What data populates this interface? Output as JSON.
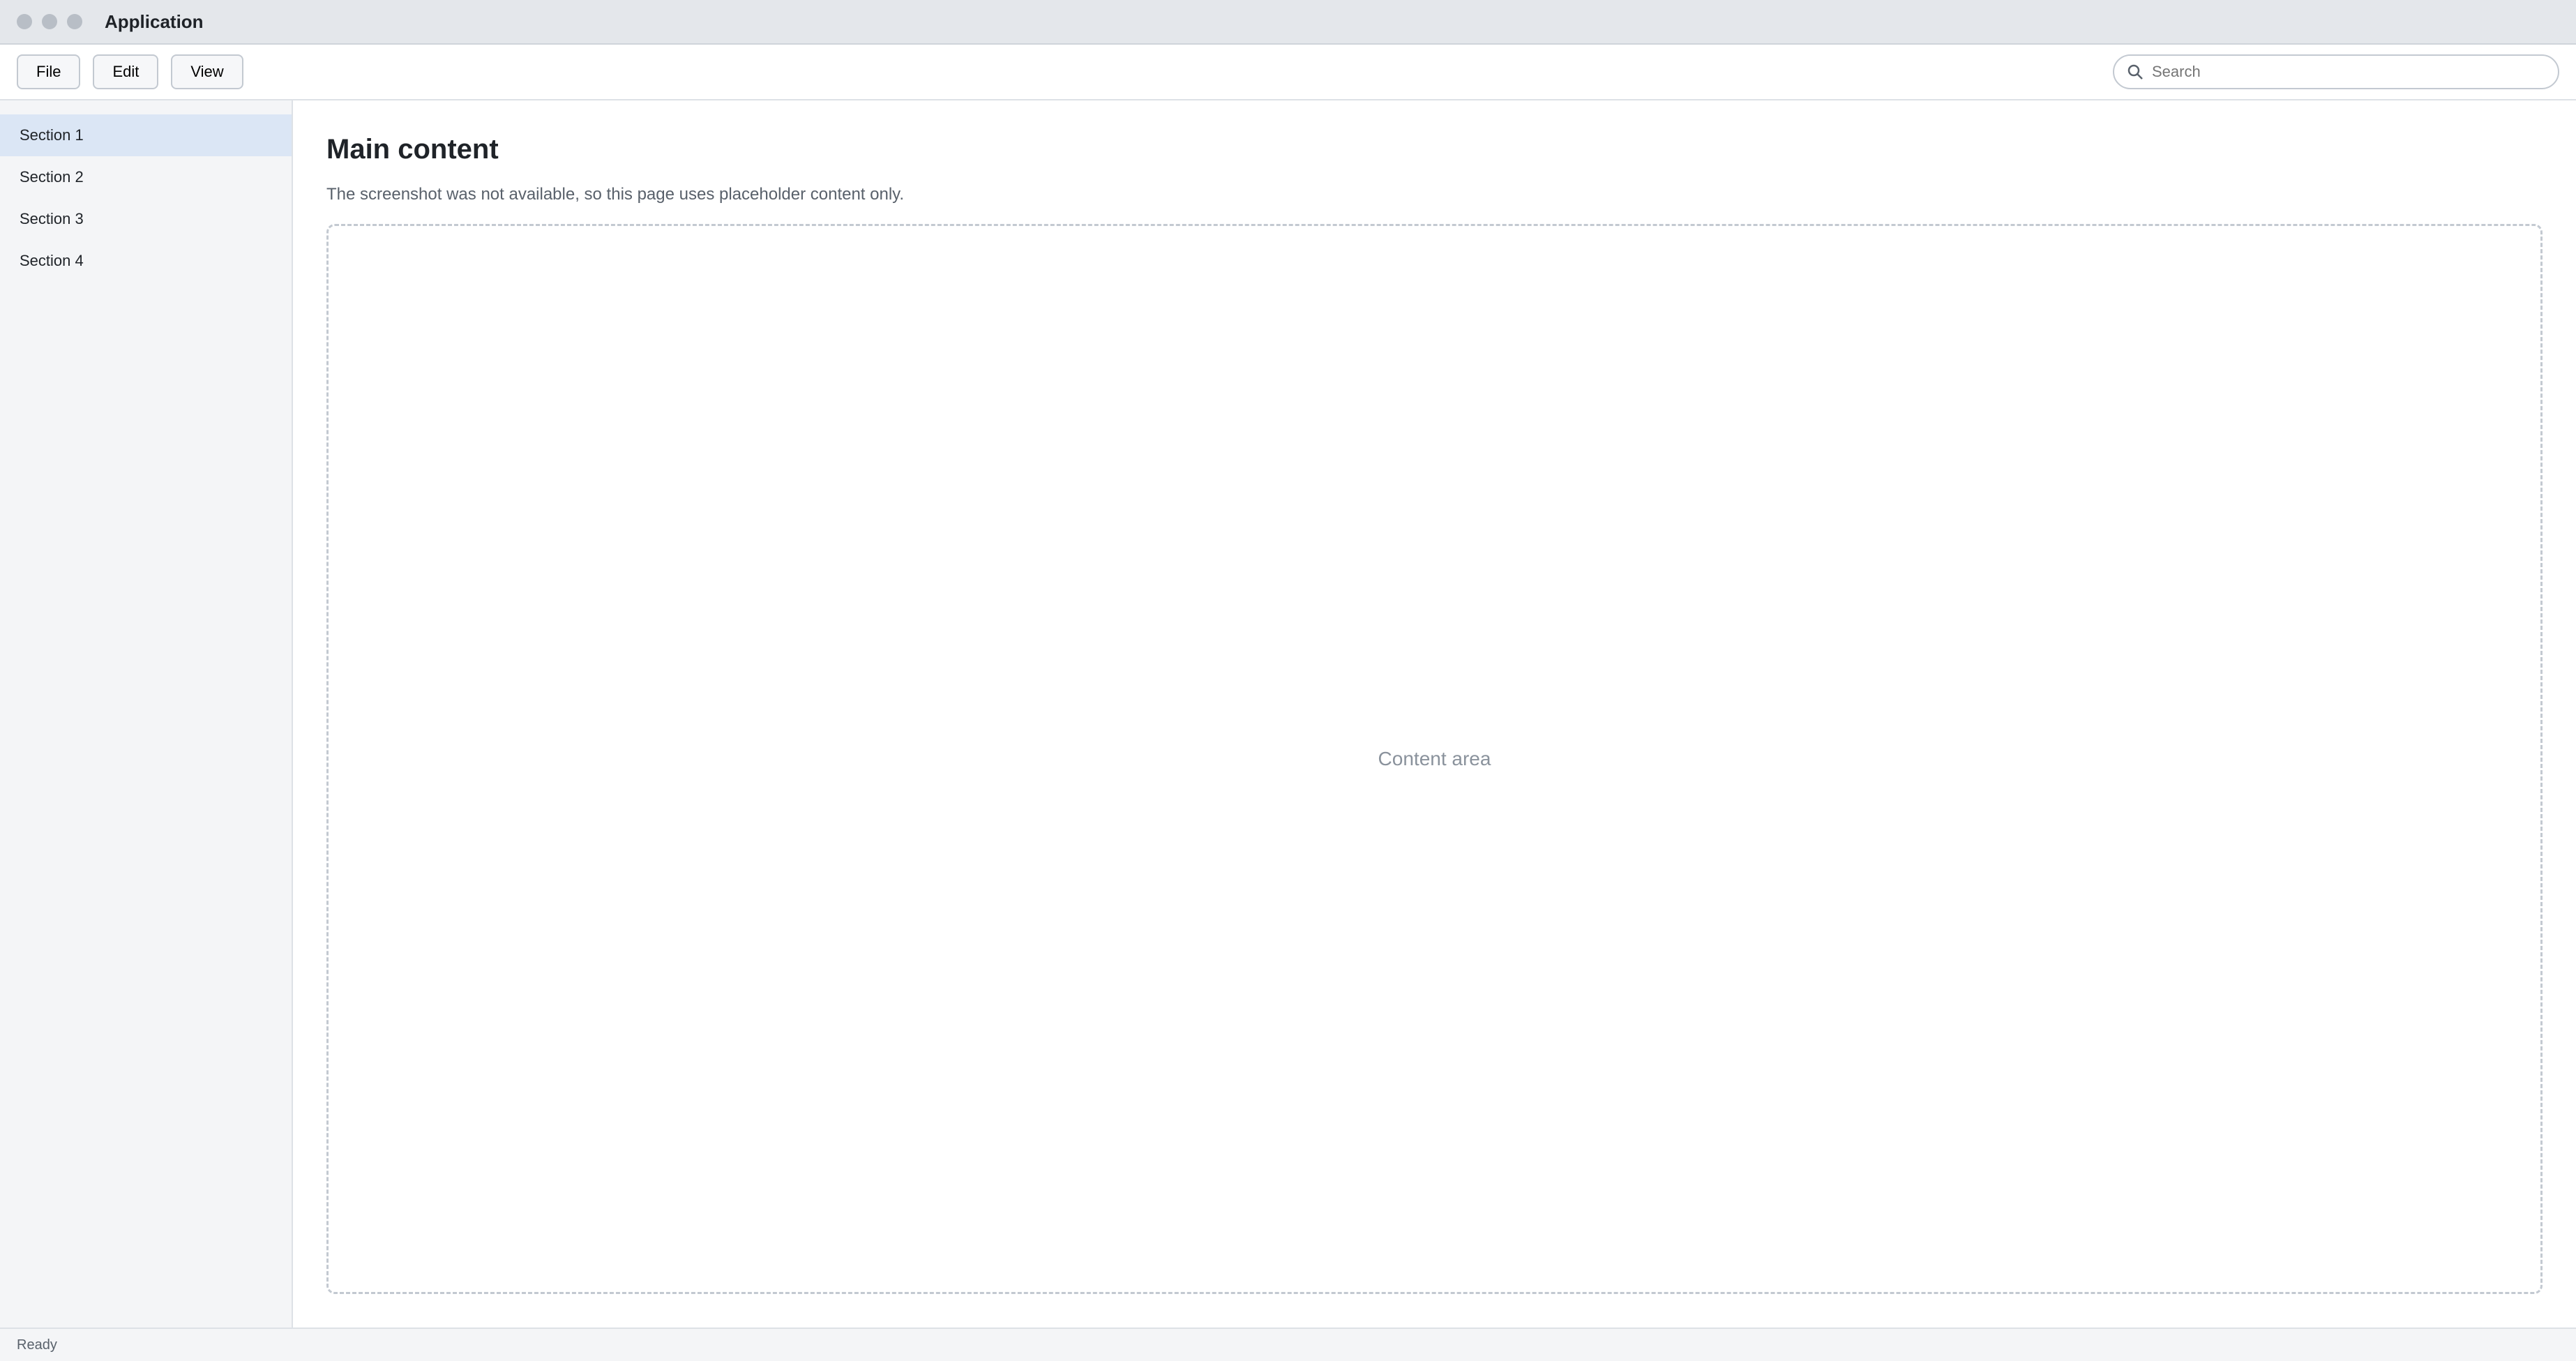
{
  "app": {
    "title": "Application"
  },
  "toolbar": {
    "buttons": [
      {
        "label": "File"
      },
      {
        "label": "Edit"
      },
      {
        "label": "View"
      }
    ]
  },
  "search": {
    "placeholder": "Search"
  },
  "sidebar": {
    "items": [
      {
        "label": "Section 1"
      },
      {
        "label": "Section 2"
      },
      {
        "label": "Section 3"
      },
      {
        "label": "Section 4"
      }
    ]
  },
  "main": {
    "title": "Main content",
    "subtitle": "The screenshot was not available, so this page uses placeholder content only.",
    "panel_text": "Content area"
  },
  "status": {
    "text": "Ready"
  }
}
